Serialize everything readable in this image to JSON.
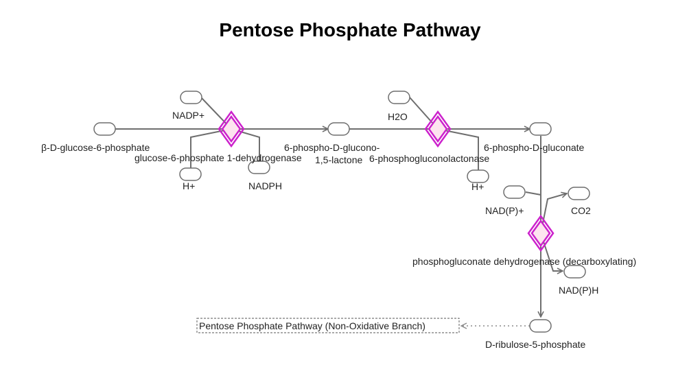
{
  "title": "Pentose Phosphate Pathway",
  "colors": {
    "enzyme_stroke": "#cc22cc",
    "enzyme_fill": "#fde4ef",
    "edge": "#6e6e6e"
  },
  "metabolites": {
    "g6p": "β-D-glucose-6-phosphate",
    "nadp": "NADP+",
    "h_plus_1": "H+",
    "nadph": "NADPH",
    "lactone_line1": "6-phospho-D-glucono-",
    "lactone_line2": "1,5-lactone",
    "h2o": "H2O",
    "h_plus_2": "H+",
    "gluconate": "6-phospho-D-gluconate",
    "nadp_2": "NAD(P)+",
    "co2": "CO2",
    "nadph_2": "NAD(P)H",
    "ribulose": "D-ribulose-5-phosphate"
  },
  "enzymes": {
    "g6pd": "glucose-6-phosphate 1-dehydrogenase",
    "pgls": "6-phosphogluconolactonase",
    "pgd": "phosphogluconate dehydrogenase (decarboxylating)"
  },
  "links": {
    "non_oxidative": "Pentose Phosphate Pathway (Non-Oxidative Branch)"
  }
}
